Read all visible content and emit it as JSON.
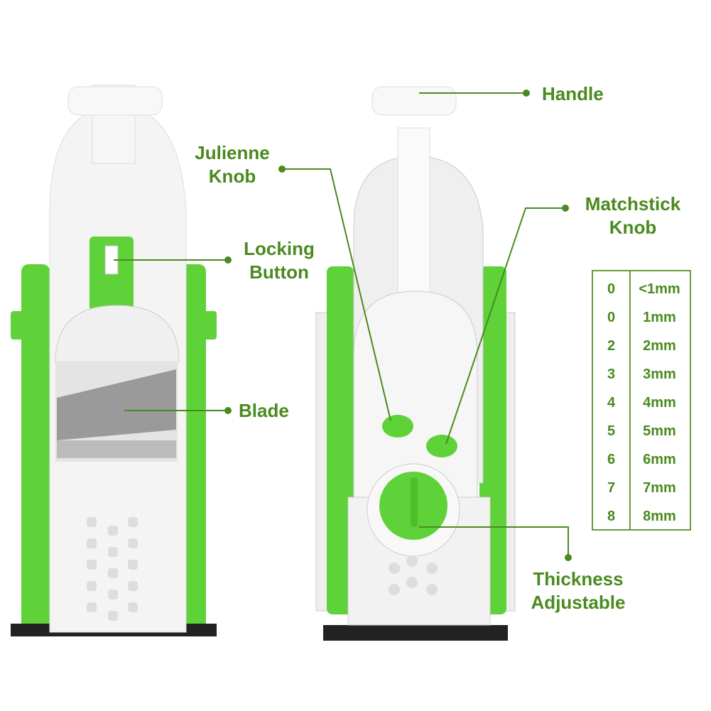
{
  "labels": {
    "handle": "Handle",
    "julienne": [
      "Julienne",
      "Knob"
    ],
    "matchstick": [
      "Matchstick",
      "Knob"
    ],
    "locking": [
      "Locking",
      "Button"
    ],
    "blade": "Blade",
    "thickness": [
      "Thickness",
      "Adjustable"
    ]
  },
  "thickness_table": [
    {
      "setting": "0",
      "size": "<1mm"
    },
    {
      "setting": "0",
      "size": "1mm"
    },
    {
      "setting": "2",
      "size": "2mm"
    },
    {
      "setting": "3",
      "size": "3mm"
    },
    {
      "setting": "4",
      "size": "4mm"
    },
    {
      "setting": "5",
      "size": "5mm"
    },
    {
      "setting": "6",
      "size": "6mm"
    },
    {
      "setting": "7",
      "size": "7mm"
    },
    {
      "setting": "8",
      "size": "8mm"
    }
  ],
  "colors": {
    "accent": "#4a8a1e",
    "product_green": "#5fd23a",
    "body_white": "#f4f4f4"
  }
}
